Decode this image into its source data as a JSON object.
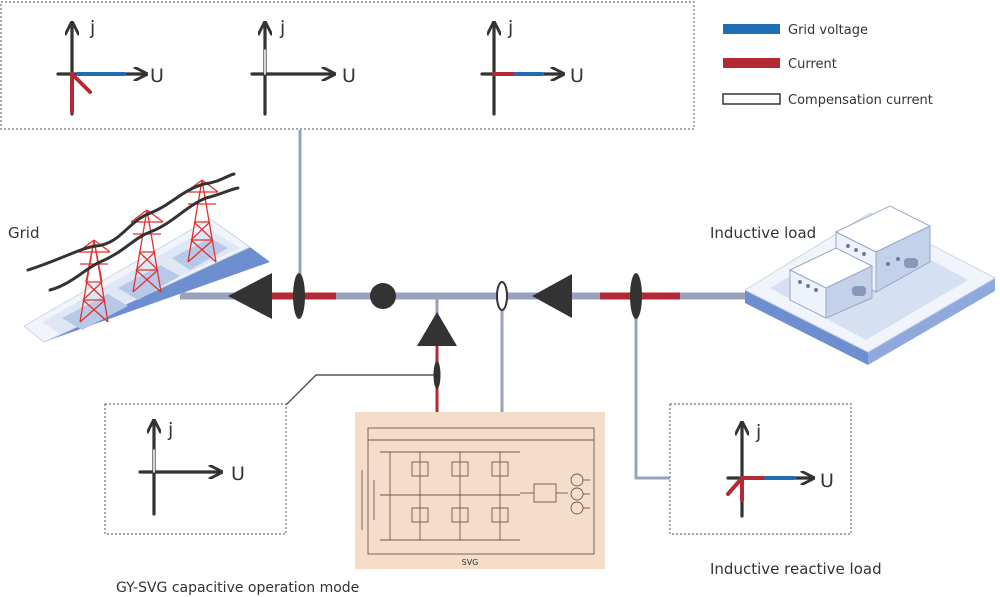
{
  "legend": {
    "items": [
      {
        "label": "Grid voltage",
        "color": "#1f6eb4",
        "style": "filled"
      },
      {
        "label": "Current",
        "color": "#b32a34",
        "style": "filled"
      },
      {
        "label": "Compensation current",
        "color": "#ffffff",
        "style": "outlined"
      }
    ]
  },
  "axis_labels": {
    "vertical": "j",
    "horizontal": "U"
  },
  "labels": {
    "grid": "Grid",
    "inductive_load": "Inductive load",
    "svg_mode": "GY-SVG capacitive operation mode",
    "inductive_reactive_load": "Inductive reactive load",
    "svg_device_caption": "SVG"
  },
  "colors": {
    "bus": "#98a2bd",
    "axis": "#333333",
    "current": "#b32a34",
    "voltage": "#1f6eb4",
    "tower": "#e0322f",
    "panel": "#f6ddca",
    "platform_top": "#e6edf8",
    "platform_side": "#6e8fcf"
  },
  "icons": [
    "transmission-tower-icon",
    "factory-building-icon",
    "svg-circuit-schematic-icon"
  ]
}
